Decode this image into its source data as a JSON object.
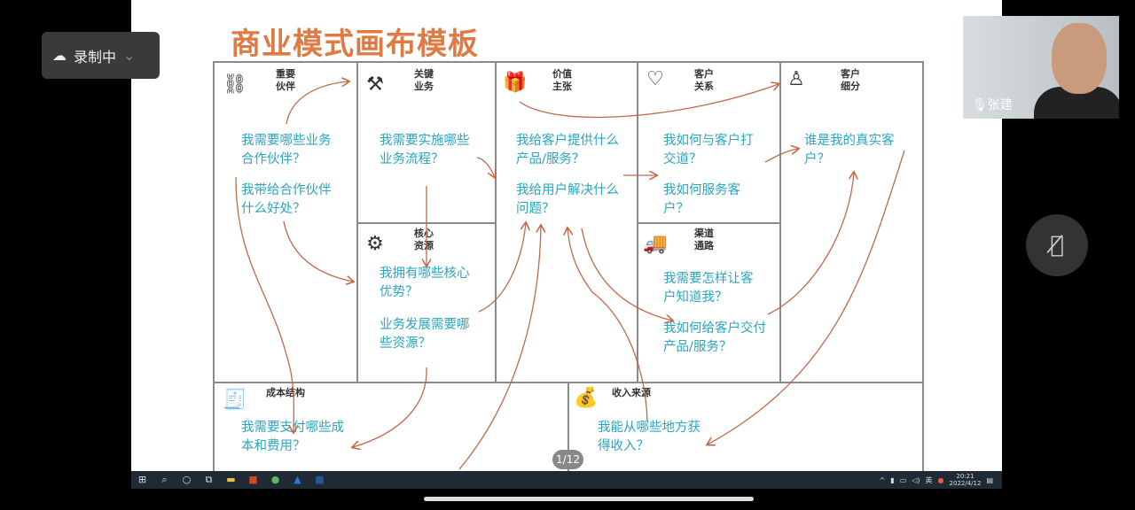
{
  "recording": {
    "label": "录制中"
  },
  "slide": {
    "title": "商业模式画布模板",
    "page": "1/12"
  },
  "canvas": {
    "partners": {
      "label": "重要\n伙伴",
      "q1": "我需要哪些业务合作伙伴？",
      "q2": "我带给合作伙伴什么好处？"
    },
    "activities": {
      "label": "关键\n业务",
      "q1": "我需要实施哪些业务流程？"
    },
    "resources": {
      "label": "核心\n资源",
      "q1": "我拥有哪些核心优势？",
      "q2": "业务发展需要哪些资源？"
    },
    "value": {
      "label": "价值\n主张",
      "q1": "我给客户提供什么产品/服务？",
      "q2": "我给用户解决什么问题？"
    },
    "relationships": {
      "label": "客户\n关系",
      "q1": "我如何与客户打交道？",
      "q2": "我如何服务客户？"
    },
    "channels": {
      "label": "渠道\n通路",
      "q1": "我需要怎样让客户知道我？",
      "q2": "我如何给客户交付产品/服务？"
    },
    "segments": {
      "label": "客户\n细分",
      "q1": "谁是我的真实客户？"
    },
    "costs": {
      "label": "成本结构",
      "q1": "我需要支付哪些成本和费用？"
    },
    "revenue": {
      "label": "收入来源",
      "q1": "我能从哪些地方获得收入？"
    }
  },
  "video": {
    "name": "张建"
  },
  "taskbar": {
    "time": "20:21",
    "date": "2022/4/12",
    "ime": "英"
  },
  "colors": {
    "title": "#e07a45",
    "question": "#2aa6c0",
    "arrow": "#c0694a"
  }
}
